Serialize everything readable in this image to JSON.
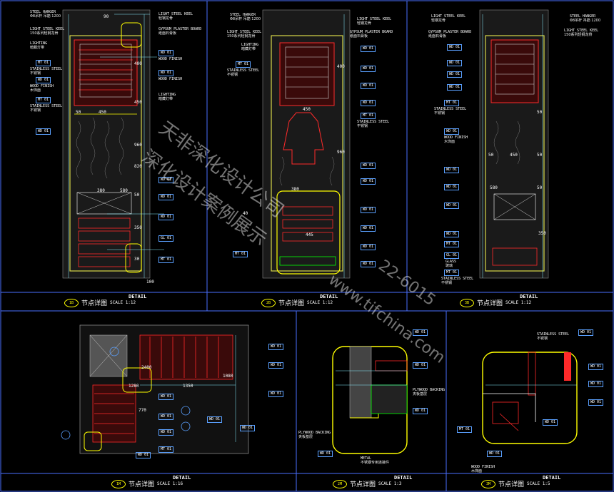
{
  "watermark": {
    "line1": "天非深化设计公司",
    "line2": "深化设计案例展示",
    "url": "www.tifchina.com",
    "phone": "22-6015"
  },
  "panels": {
    "p1": {
      "no": "1B",
      "detail": "DETAIL",
      "name": "节点详图",
      "scale": "SCALE 1:12",
      "labels": [
        {
          "t": "STEEL HANGER",
          "c": "Φ8吊杆 吊筋 1200"
        },
        {
          "t": "LIGHT STEEL KEEL",
          "c": "150系列轻钢龙骨"
        },
        {
          "t": "LIGHT STEEL KEEL",
          "c": "轻钢龙骨"
        },
        {
          "t": "GYPSUM PLASTER BOARD",
          "c": "纸面石膏板"
        },
        {
          "t": "LIGHTING",
          "c": "暗藏灯带"
        },
        {
          "t": "STAINLESS STEEL",
          "c": "不锈钢"
        },
        {
          "t": "WOOD FINISH",
          "c": "木饰面"
        },
        {
          "t": "LIGHTING",
          "c": "暗藏灯带"
        },
        {
          "t": "STAINLESS STEEL",
          "c": "不锈钢"
        }
      ],
      "dims": [
        "90",
        "450",
        "450",
        "380",
        "580",
        "350",
        "50",
        "960",
        "400",
        "820",
        "100",
        "50",
        "30"
      ]
    },
    "p2": {
      "no": "2B",
      "detail": "DETAIL",
      "name": "节点详图",
      "scale": "SCALE 1:12",
      "labels": [
        {
          "t": "STEEL HANGER",
          "c": "Φ8吊杆 吊筋 1200"
        },
        {
          "t": "LIGHT STEEL KEEL",
          "c": "150系列轻钢龙骨"
        },
        {
          "t": "LIGHT STEEL KEEL",
          "c": "轻钢龙骨"
        },
        {
          "t": "GYPSUM PLASTER BOARD",
          "c": "纸面石膏板"
        },
        {
          "t": "LIGHTING",
          "c": "暗藏灯带"
        },
        {
          "t": "STAINLESS STEEL",
          "c": "不锈钢"
        },
        {
          "t": "STAINLESS STEEL",
          "c": "不锈钢"
        }
      ],
      "dims": [
        "450",
        "380",
        "40",
        "445",
        "960",
        "400"
      ]
    },
    "p3": {
      "no": "3B",
      "detail": "DETAIL",
      "name": "节点详图",
      "scale": "SCALE 1:12",
      "labels": [
        {
          "t": "LIGHT STEEL KEEL",
          "c": "轻钢龙骨"
        },
        {
          "t": "STEEL HANGER",
          "c": "Φ8吊杆 吊筋 1200"
        },
        {
          "t": "GYPSUM PLASTER BOARD",
          "c": "纸面石膏板"
        },
        {
          "t": "LIGHT STEEL KEEL",
          "c": "150系列轻钢龙骨"
        },
        {
          "t": "STAINLESS STEEL",
          "c": "不锈钢"
        },
        {
          "t": "WOOD FINISH",
          "c": "木饰面"
        },
        {
          "t": "GLASS",
          "c": "玻璃"
        },
        {
          "t": "STAINLESS STEEL",
          "c": "不锈钢"
        }
      ],
      "dims": [
        "450",
        "50",
        "50",
        "50",
        "580",
        "350",
        "50"
      ]
    },
    "p4": {
      "no": "1M",
      "detail": "DETAIL",
      "name": "节点详图",
      "scale": "SCALE 1:16",
      "dims": [
        "1350",
        "1080",
        "770",
        "2400",
        "1280"
      ]
    },
    "p5": {
      "no": "2M",
      "detail": "DETAIL",
      "name": "节点详图",
      "scale": "SCALE 1:3",
      "labels": [
        {
          "t": "PLYWOOD BACKING",
          "c": "夹板基层"
        },
        {
          "t": "PLYWOOD BACKING",
          "c": "夹板基层"
        },
        {
          "t": "METAL",
          "c": "不锈钢专用连接件"
        }
      ]
    },
    "p6": {
      "no": "3M",
      "detail": "DETAIL",
      "name": "节点详图",
      "scale": "SCALE 1:5",
      "labels": [
        {
          "t": "STAINLESS STEEL",
          "c": "不锈钢"
        },
        {
          "t": "WOOD FINISH",
          "c": "木饰面"
        }
      ]
    }
  },
  "tags": {
    "wd": "WD 01",
    "mt": "MT 01",
    "gl": "GL 01",
    "wood_finish": "WOOD FINISH",
    "wood_finish_cn": "木饰面"
  }
}
